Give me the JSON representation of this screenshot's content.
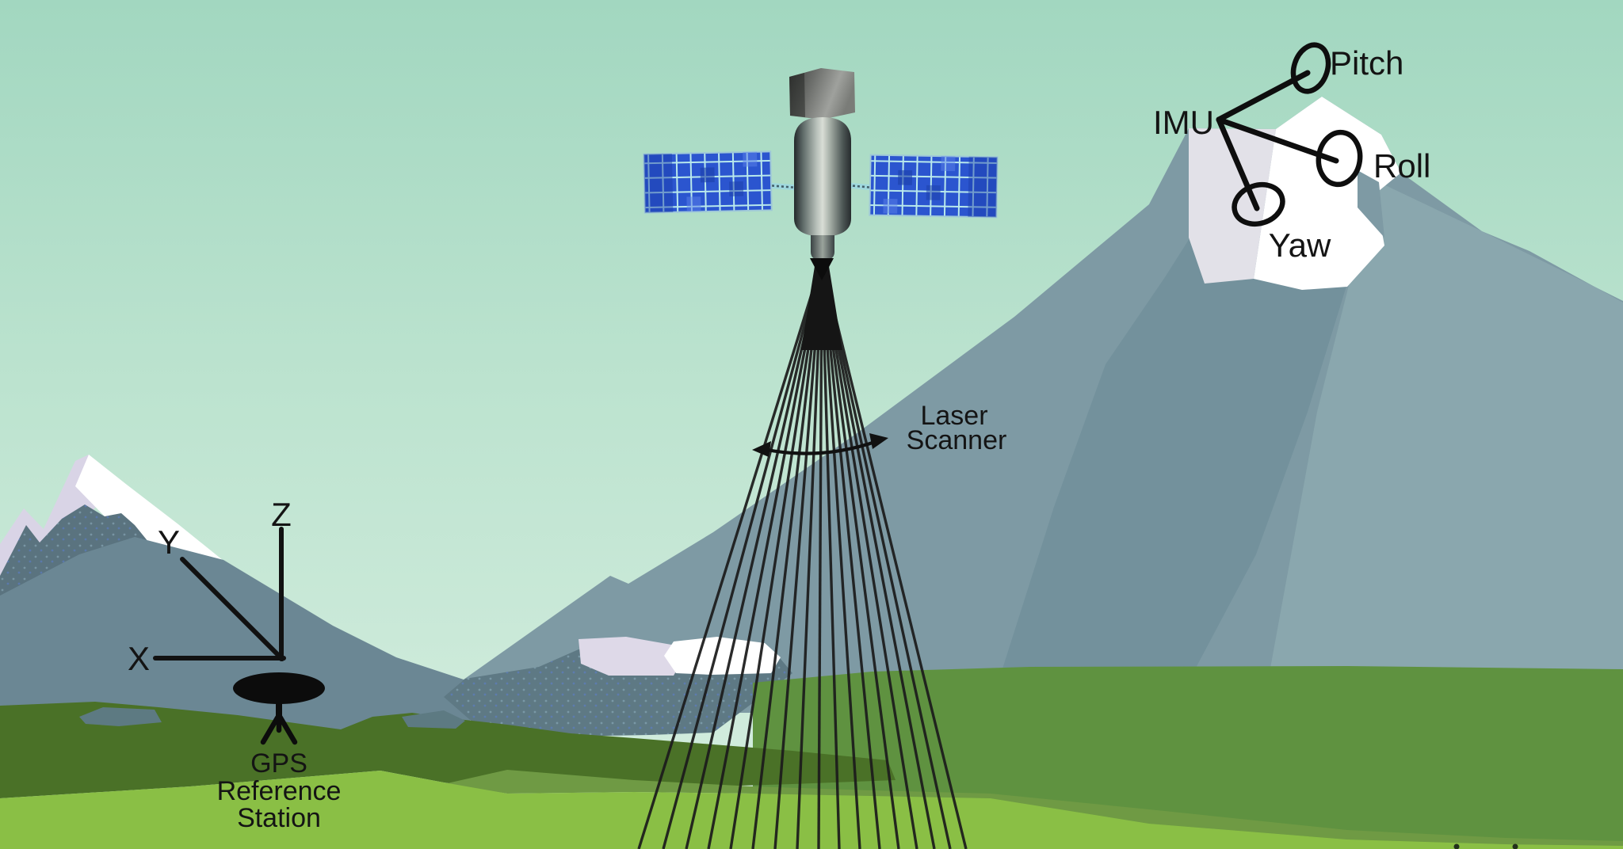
{
  "labels": {
    "imu": "IMU",
    "pitch": "Pitch",
    "roll": "Roll",
    "yaw": "Yaw",
    "laser_line1": "Laser",
    "laser_line2": "Scanner",
    "axis_z": "Z",
    "axis_y": "Y",
    "axis_x": "X",
    "gps_line1": "GPS",
    "gps_line2": "Reference",
    "gps_line3": "Station"
  },
  "colors": {
    "sky_top": "#a2d7c0",
    "sky_bottom": "#d6eee0",
    "mountain_right_main": "#7e9aa4",
    "mountain_right_light": "#8aa7ae",
    "mountain_right_shadow": "#73919c",
    "mountain_left_body": "#6b8794",
    "mountain_dark_ridge": "#5a737f",
    "middle_ridge": "#5e7984",
    "snow_white": "#ffffff",
    "snow_lavender": "#d9d4e6",
    "hill_back_green": "#5f9240",
    "hill_dark_olive": "#4a7127",
    "hill_mid_green": "#6f9a44",
    "hill_light_green": "#8abf45",
    "rock_gray": "#5d7a82",
    "solar_panel_blue": "#2b55cf",
    "solar_grid_line": "#b9e9ec",
    "laser_line": "#1c1c1c",
    "ink_black": "#111111"
  }
}
